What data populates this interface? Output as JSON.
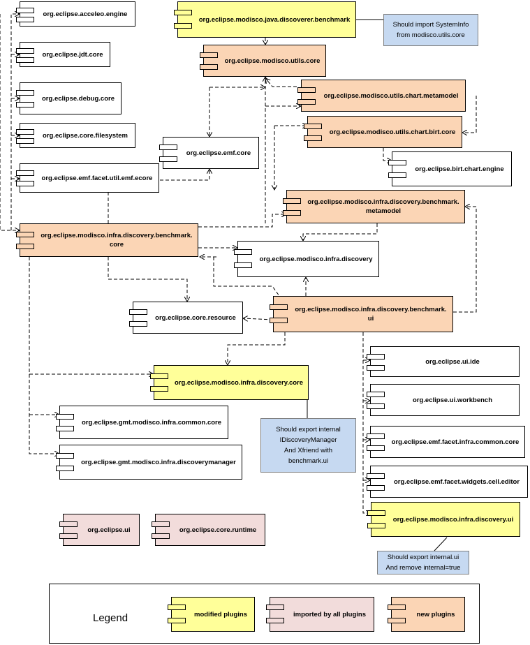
{
  "components": [
    {
      "id": "acceleo",
      "label": "org.eclipse.acceleo.engine",
      "color": "white"
    },
    {
      "id": "jdtcore",
      "label": "org.eclipse.jdt.core",
      "color": "white"
    },
    {
      "id": "debugcore",
      "label": "org.eclipse.debug.core",
      "color": "white"
    },
    {
      "id": "filesystem",
      "label": "org.eclipse.core.filesystem",
      "color": "white"
    },
    {
      "id": "facetemf",
      "label": "org.eclipse.emf.facet.util.emf.ecore",
      "color": "white"
    },
    {
      "id": "javabench",
      "label": "org.eclipse.modisco.java.discoverer.benchmark",
      "color": "yellow"
    },
    {
      "id": "utilscore",
      "label": "org.eclipse.modisco.utils.core",
      "color": "orange"
    },
    {
      "id": "chartmeta",
      "label": "org.eclipse.modisco.utils.chart.metamodel",
      "color": "orange"
    },
    {
      "id": "chartbirt",
      "label": "org.eclipse.modisco.utils.chart.birt.core",
      "color": "orange"
    },
    {
      "id": "birtengine",
      "label": "org.eclipse.birt.chart.engine",
      "color": "white"
    },
    {
      "id": "emfcore",
      "label": "org.eclipse.emf.core",
      "color": "white"
    },
    {
      "id": "benchmeta",
      "label": "org.eclipse.modisco.infra.discovery.benchmark.\nmetamodel",
      "color": "orange"
    },
    {
      "id": "benchcore",
      "label": "org.eclipse.modisco.infra.discovery.benchmark.\ncore",
      "color": "orange"
    },
    {
      "id": "infradisc",
      "label": "org.eclipse.modisco.infra.discovery",
      "color": "white"
    },
    {
      "id": "coreres",
      "label": "org.eclipse.core.resource",
      "color": "white"
    },
    {
      "id": "benchui",
      "label": "org.eclipse.modisco.infra.discovery.benchmark.\nui",
      "color": "orange"
    },
    {
      "id": "uiide",
      "label": "org.eclipse.ui.ide",
      "color": "white"
    },
    {
      "id": "uiwb",
      "label": "org.eclipse.ui.workbench",
      "color": "white"
    },
    {
      "id": "discoverycore",
      "label": "org.eclipse.modisco.infra.discovery.core",
      "color": "yellow"
    },
    {
      "id": "facetcommon",
      "label": "org.eclipse.emf.facet.infra.common.core",
      "color": "white"
    },
    {
      "id": "gmtcommon",
      "label": "org.eclipse.gmt.modisco.infra.common.core",
      "color": "white"
    },
    {
      "id": "facetwidgets",
      "label": "org.eclipse.emf.facet.widgets.cell.editor",
      "color": "white"
    },
    {
      "id": "gmtdm",
      "label": "org.eclipse.gmt.modisco.infra.discoverymanager",
      "color": "white"
    },
    {
      "id": "discoveryui",
      "label": "org.eclipse.modisco.infra.discovery.ui",
      "color": "yellow"
    },
    {
      "id": "eclipseui",
      "label": "org.eclipse.ui",
      "color": "pink"
    },
    {
      "id": "coreruntime",
      "label": "org.eclipse.core.runtime",
      "color": "pink"
    }
  ],
  "notes": [
    {
      "id": "note1",
      "text": "Should import SystemInfo\nfrom modisco.utils.core"
    },
    {
      "id": "note2",
      "text": "Should export internal\nIDiscoveryManager\nAnd Xfriend with\nbenchmark.ui"
    },
    {
      "id": "note3",
      "text": "Should export internal.ui\nAnd remove internal=true"
    }
  ],
  "legend": {
    "title": "Legend",
    "items": [
      {
        "label": "modified plugins",
        "color": "yellow"
      },
      {
        "label": "imported by all plugins",
        "color": "pink"
      },
      {
        "label": "new plugins",
        "color": "orange"
      }
    ]
  },
  "colors": {
    "white": "#ffffff",
    "yellow": "#ffff99",
    "orange": "#fbd5b5",
    "pink": "#f2dcdb",
    "note": "#c6d9f1"
  }
}
